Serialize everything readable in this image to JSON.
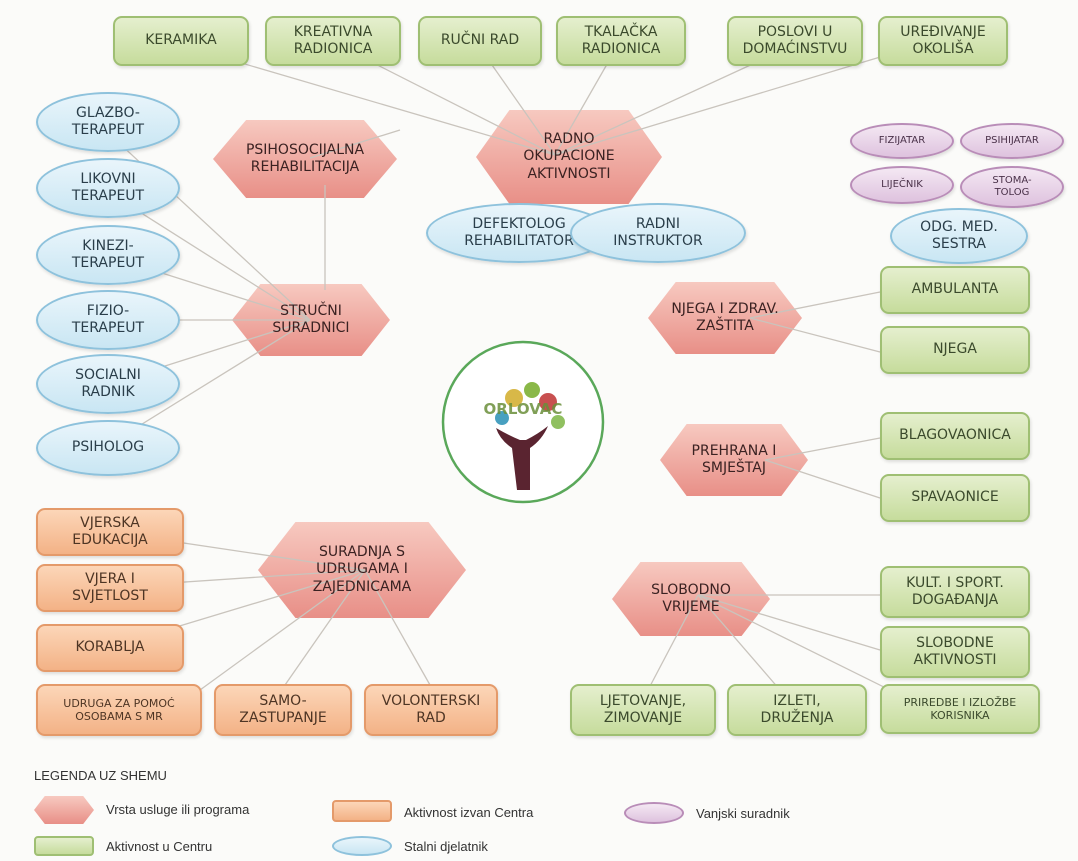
{
  "nodes": {
    "keramika": "KERAMIKA",
    "kreativna": "KREATIVNA\nRADIONICA",
    "rucni": "RUČNI RAD",
    "tkalacka": "TKALAČKA\nRADIONICA",
    "poslovi": "POSLOVI U\nDOMAĆINSTVU",
    "uredivanje": "UREĐIVANJE\nOKOLIŠA",
    "psihosocijalna": "PSIHOSOCIJALNA\nREHABILITACIJA",
    "radno": "RADNO\nOKUPACIONE\nAKTIVNOSTI",
    "defektolog": "DEFEKTOLOG\nREHABILITATOR",
    "radni_instruktor": "RADNI\nINSTRUKTOR",
    "glazbo": "GLAZBO-\nTERAPEUT",
    "likovni": "LIKOVNI\nTERAPEUT",
    "kinezi": "KINEZI-\nTERAPEUT",
    "fizio": "FIZIO-\nTERAPEUT",
    "socijalni": "SOCIALNI\nRADNIK",
    "psiholog": "PSIHOLOG",
    "strucni": "STRUČNI\nSURADNICI",
    "fizijatar": "FIZIJATAR",
    "psihijatar": "PSIHIJATAR",
    "lijecnik": "LIJEČNIK",
    "stomatolog": "STOMA-\nTOLOG",
    "odg_sestra": "ODG. MED.\nSESTRA",
    "njega_zdrav": "NJEGA I ZDRAV.\nZAŠTITA",
    "ambulanta": "AMBULANTA",
    "njega": "NJEGA",
    "prehrana": "PREHRANA I\nSMJEŠTAJ",
    "blagovaonica": "BLAGOVAONICA",
    "spavaonice": "SPAVAONICE",
    "suradnja": "SURADNJA S\nUDRUGAMA I\nZAJEDNICAMA",
    "vjerska": "VJERSKA\nEDUKACIJA",
    "vjera": "VJERA I\nSVJETLOST",
    "korablja": "KORABLJA",
    "udruga": "UDRUGA ZA POMOĆ\nOSOBAMA S MR",
    "samo": "SAMO-\nZASTUPANJE",
    "volonterski": "VOLONTERSKI\nRAD",
    "slobodno": "SLOBODNO\nVRIJEME",
    "kult": "KULT. I SPORT.\nDOGAĐANJA",
    "slobodne": "SLOBODNE\nAKTIVNOSTI",
    "priredbe": "PRIREDBE I IZLOŽBE\nKORISNIKA",
    "ljetovanje": "LJETOVANJE,\nZIMOVANJE",
    "izleti": "IZLETI,\nDRUŽENJA"
  },
  "logo": {
    "text": "ORLOVAC"
  },
  "legend": {
    "title": "LEGENDA UZ SHEMU",
    "service": "Vrsta usluge ili programa",
    "outside": "Aktivnost izvan Centra",
    "external": "Vanjski suradnik",
    "inside": "Aktivnost u Centru",
    "staff": "Stalni djelatnik"
  },
  "colors": {
    "service": "#e88f87",
    "inside": "#c6dc9c",
    "outside": "#f3b286",
    "staff": "#c9e6f3",
    "external": "#dec2de",
    "ring": "#5aa85a"
  }
}
